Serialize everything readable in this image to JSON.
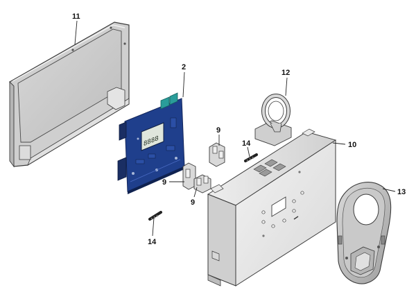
{
  "callouts": {
    "c2": "2",
    "c9a": "9",
    "c9b": "9",
    "c9c": "9",
    "c10": "10",
    "c11": "11",
    "c12": "12",
    "c13": "13",
    "c14a": "14",
    "c14b": "14"
  },
  "pcb": {
    "lcd_text": "8888"
  },
  "colors": {
    "pcb_blue": "#1f3f8c",
    "connector_teal": "#2a9d9a",
    "housing_gray": "#e6e6e6",
    "outline": "#3a3a3a"
  }
}
